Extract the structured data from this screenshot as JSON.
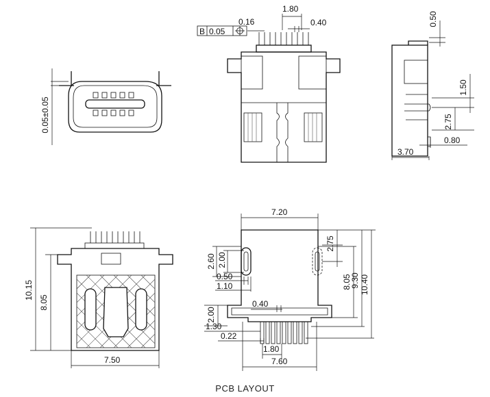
{
  "caption": "PCB LAYOUT",
  "tolerance": {
    "datum": "B",
    "value": "0.05",
    "symbol": "position-icon"
  },
  "views": {
    "front": {
      "dimensions": [
        "0.05±0.05"
      ]
    },
    "top": {
      "dimensions": [
        "1.80",
        "0.16",
        "0.40"
      ]
    },
    "side": {
      "dimensions": [
        "0.50",
        "1.50",
        "2.75",
        "0.80",
        "3.70"
      ]
    },
    "bottom": {
      "dimensions": [
        "10.15",
        "8.05",
        "7.50"
      ]
    },
    "pcb": {
      "dimensions": [
        "7.20",
        "2.60",
        "2.00",
        "2.75",
        "0.50",
        "1.10",
        "8.05",
        "9.30",
        "10.40",
        "0.40",
        "2.00",
        "1.30",
        "0.22",
        "1.80",
        "7.60"
      ]
    }
  }
}
